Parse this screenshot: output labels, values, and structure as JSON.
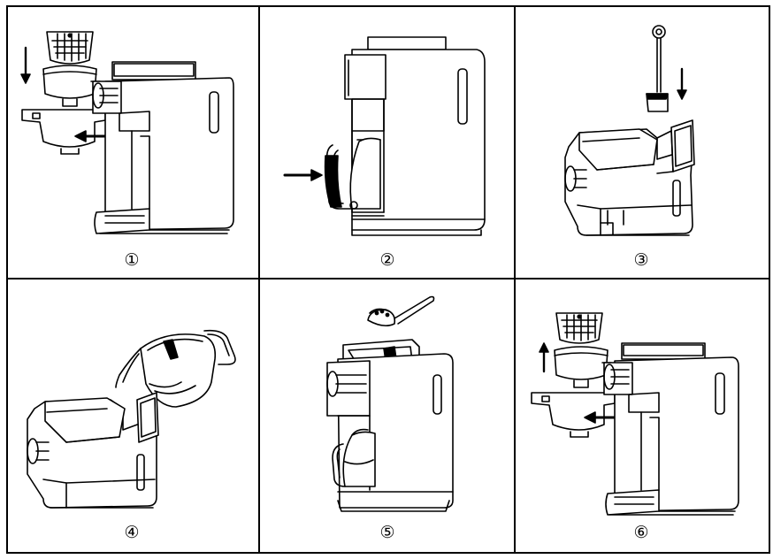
{
  "steps": [
    {
      "number": "①",
      "illustration": "remove-filter-basket"
    },
    {
      "number": "②",
      "illustration": "insert-carafe"
    },
    {
      "number": "③",
      "illustration": "lift-tank-lid-insert-filter"
    },
    {
      "number": "④",
      "illustration": "pour-water-into-tank"
    },
    {
      "number": "⑤",
      "illustration": "add-coffee-grounds"
    },
    {
      "number": "⑥",
      "illustration": "reinstall-filter-basket"
    }
  ],
  "colors": {
    "line": "#000000",
    "background": "#ffffff"
  }
}
